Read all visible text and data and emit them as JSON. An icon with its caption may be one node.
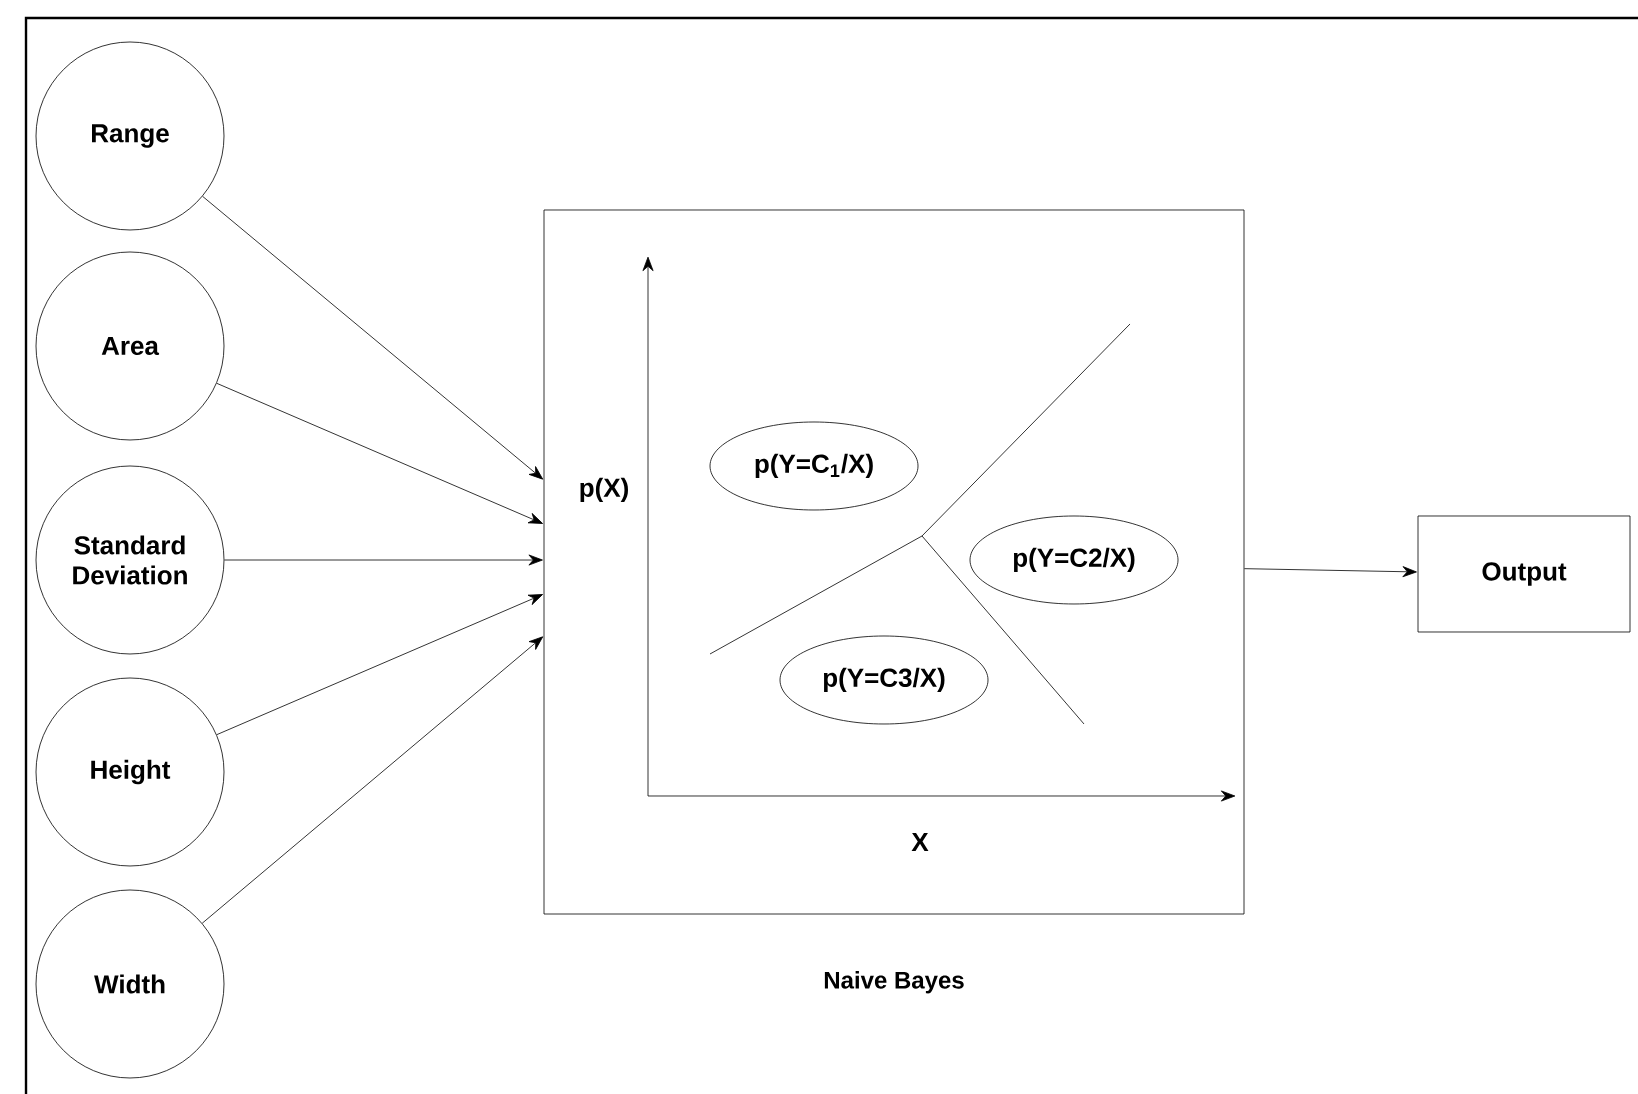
{
  "diagram": {
    "nodes": [
      {
        "text": [
          "Range"
        ]
      },
      {
        "text": [
          "Area"
        ]
      },
      {
        "text": [
          "Standard Deviation"
        ]
      },
      {
        "text": [
          "Height"
        ]
      },
      {
        "text": [
          "Width"
        ]
      },
      {
        "text": [],
        "shape": "box",
        "beside": [
          "Naive Bayes"
        ]
      },
      {
        "text": [
          "p(Y=C$_{1}$/X)"
        ],
        "in": 5
      },
      {
        "text": [
          "p(Y=C2/X)"
        ],
        "in": 5
      },
      {
        "text": [
          "p(Y=C3/X)"
        ],
        "in": 5
      },
      {
        "text": [
          "Output"
        ]
      }
    ],
    "edges": [
      {
        "from": 0,
        "to": 5,
        "arrow": "to"
      },
      {
        "from": 1,
        "to": 5,
        "arrow": "to"
      },
      {
        "from": 2,
        "to": 5,
        "arrow": "to"
      },
      {
        "from": 3,
        "to": 5,
        "arrow": "to"
      },
      {
        "from": 4,
        "to": 5,
        "arrow": "to"
      },
      {
        "from": 5,
        "to": 9,
        "arrow": "to"
      }
    ],
    "labels": [
      "p(X)",
      "X"
    ]
  }
}
